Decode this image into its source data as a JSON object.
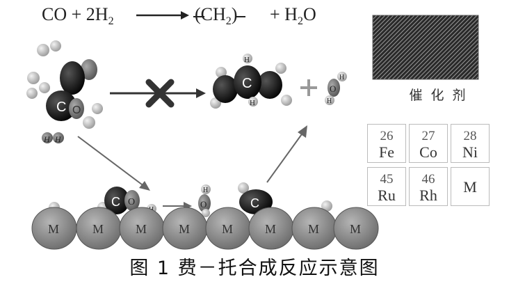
{
  "equation": {
    "lhs": "CO + 2H",
    "lhs_sub": "2",
    "product_open": "(CH",
    "product_sub": "2",
    "product_close": ")",
    "water": "+ H",
    "water_sub": "2",
    "water_o": "O"
  },
  "atoms": {
    "carbon": "C",
    "oxygen": "O",
    "hydrogen": "H",
    "metal": "M"
  },
  "catalyst_label": "催化剂",
  "periodic_table": [
    {
      "number": "26",
      "symbol": "Fe"
    },
    {
      "number": "27",
      "symbol": "Co"
    },
    {
      "number": "28",
      "symbol": "Ni"
    },
    {
      "number": "45",
      "symbol": "Ru"
    },
    {
      "number": "46",
      "symbol": "Rh"
    },
    {
      "number": "",
      "symbol": "M"
    }
  ],
  "caption": "图 1   费－托合成反应示意图",
  "colors": {
    "carbon": "#111111",
    "oxygen": "#666666",
    "hydrogen": "#c9c9c9",
    "metal": "#8a8a8a",
    "arrow": "#555555",
    "cross": "#333333"
  }
}
